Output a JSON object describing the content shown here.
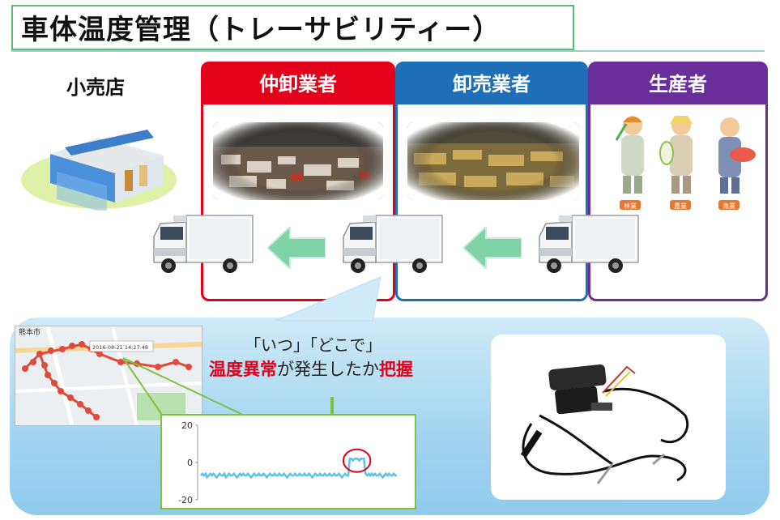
{
  "title": "車体温度管理（トレーサビリティー）",
  "retail_store": {
    "label": "小売店",
    "sign": "Supermarket"
  },
  "stages": [
    {
      "label": "仲卸業者",
      "color": "#e2001a"
    },
    {
      "label": "卸売業者",
      "color": "#1f6fb8"
    },
    {
      "label": "生産者",
      "color": "#6a2e9b"
    }
  ],
  "producer_tags": [
    "林業",
    "農業",
    "漁業"
  ],
  "colors": {
    "arrow_green": "#7fd3a6",
    "bottom_bg": "#a6d6f0",
    "highlight_red": "#e2001a"
  },
  "map": {
    "place_label": "熊本市",
    "popup_text": "2016-08-21 14:27:48"
  },
  "when_where": "「いつ」「どこで」",
  "detect": {
    "highlight": "温度異常",
    "middle": "が発生したか",
    "emphasis": "把握"
  },
  "chart_data": {
    "type": "line",
    "title": "",
    "xlabel": "",
    "ylabel": "",
    "ylim": [
      -20,
      20
    ],
    "yticks": [
      "20",
      "0",
      "-20"
    ],
    "series": [
      {
        "color": "#5cc2e6",
        "values": [
          -7,
          -6,
          -7,
          -6,
          -8,
          -7,
          -6,
          -7,
          -6,
          -7,
          -8,
          -7,
          -6,
          -7,
          -7,
          -6,
          -8,
          -7,
          -6,
          -7,
          -7,
          -6,
          -7,
          -8,
          -7,
          -6,
          -7,
          -6,
          -7,
          -7,
          -6,
          -7,
          -8,
          -7,
          -6,
          -7,
          -7,
          -6,
          -7,
          -7,
          -6,
          -7,
          -8,
          -7,
          -6,
          -7,
          -7,
          -6,
          -7,
          -7,
          -6,
          -7,
          -7,
          -6,
          -7,
          -8,
          -7,
          -6,
          -7,
          -7,
          -6,
          -7,
          -7,
          -6,
          -7,
          -7,
          -6,
          -7,
          -7,
          -6,
          -7,
          -8,
          -7,
          -6,
          -7,
          -7,
          -6,
          -7,
          -7,
          -6,
          -7,
          -7,
          -6,
          -7,
          -7,
          -6,
          -7,
          -7,
          -6,
          -7,
          -8,
          -7,
          -6,
          -7,
          -7,
          2,
          2,
          1,
          2,
          2,
          2,
          1,
          2,
          2,
          2,
          -6,
          -7,
          -6,
          -7,
          -6,
          -7,
          -6,
          -7,
          -7,
          -6,
          -7,
          -8,
          -7,
          -6,
          -7,
          -6,
          -7,
          -7,
          -6,
          -7,
          -7
        ]
      }
    ]
  }
}
